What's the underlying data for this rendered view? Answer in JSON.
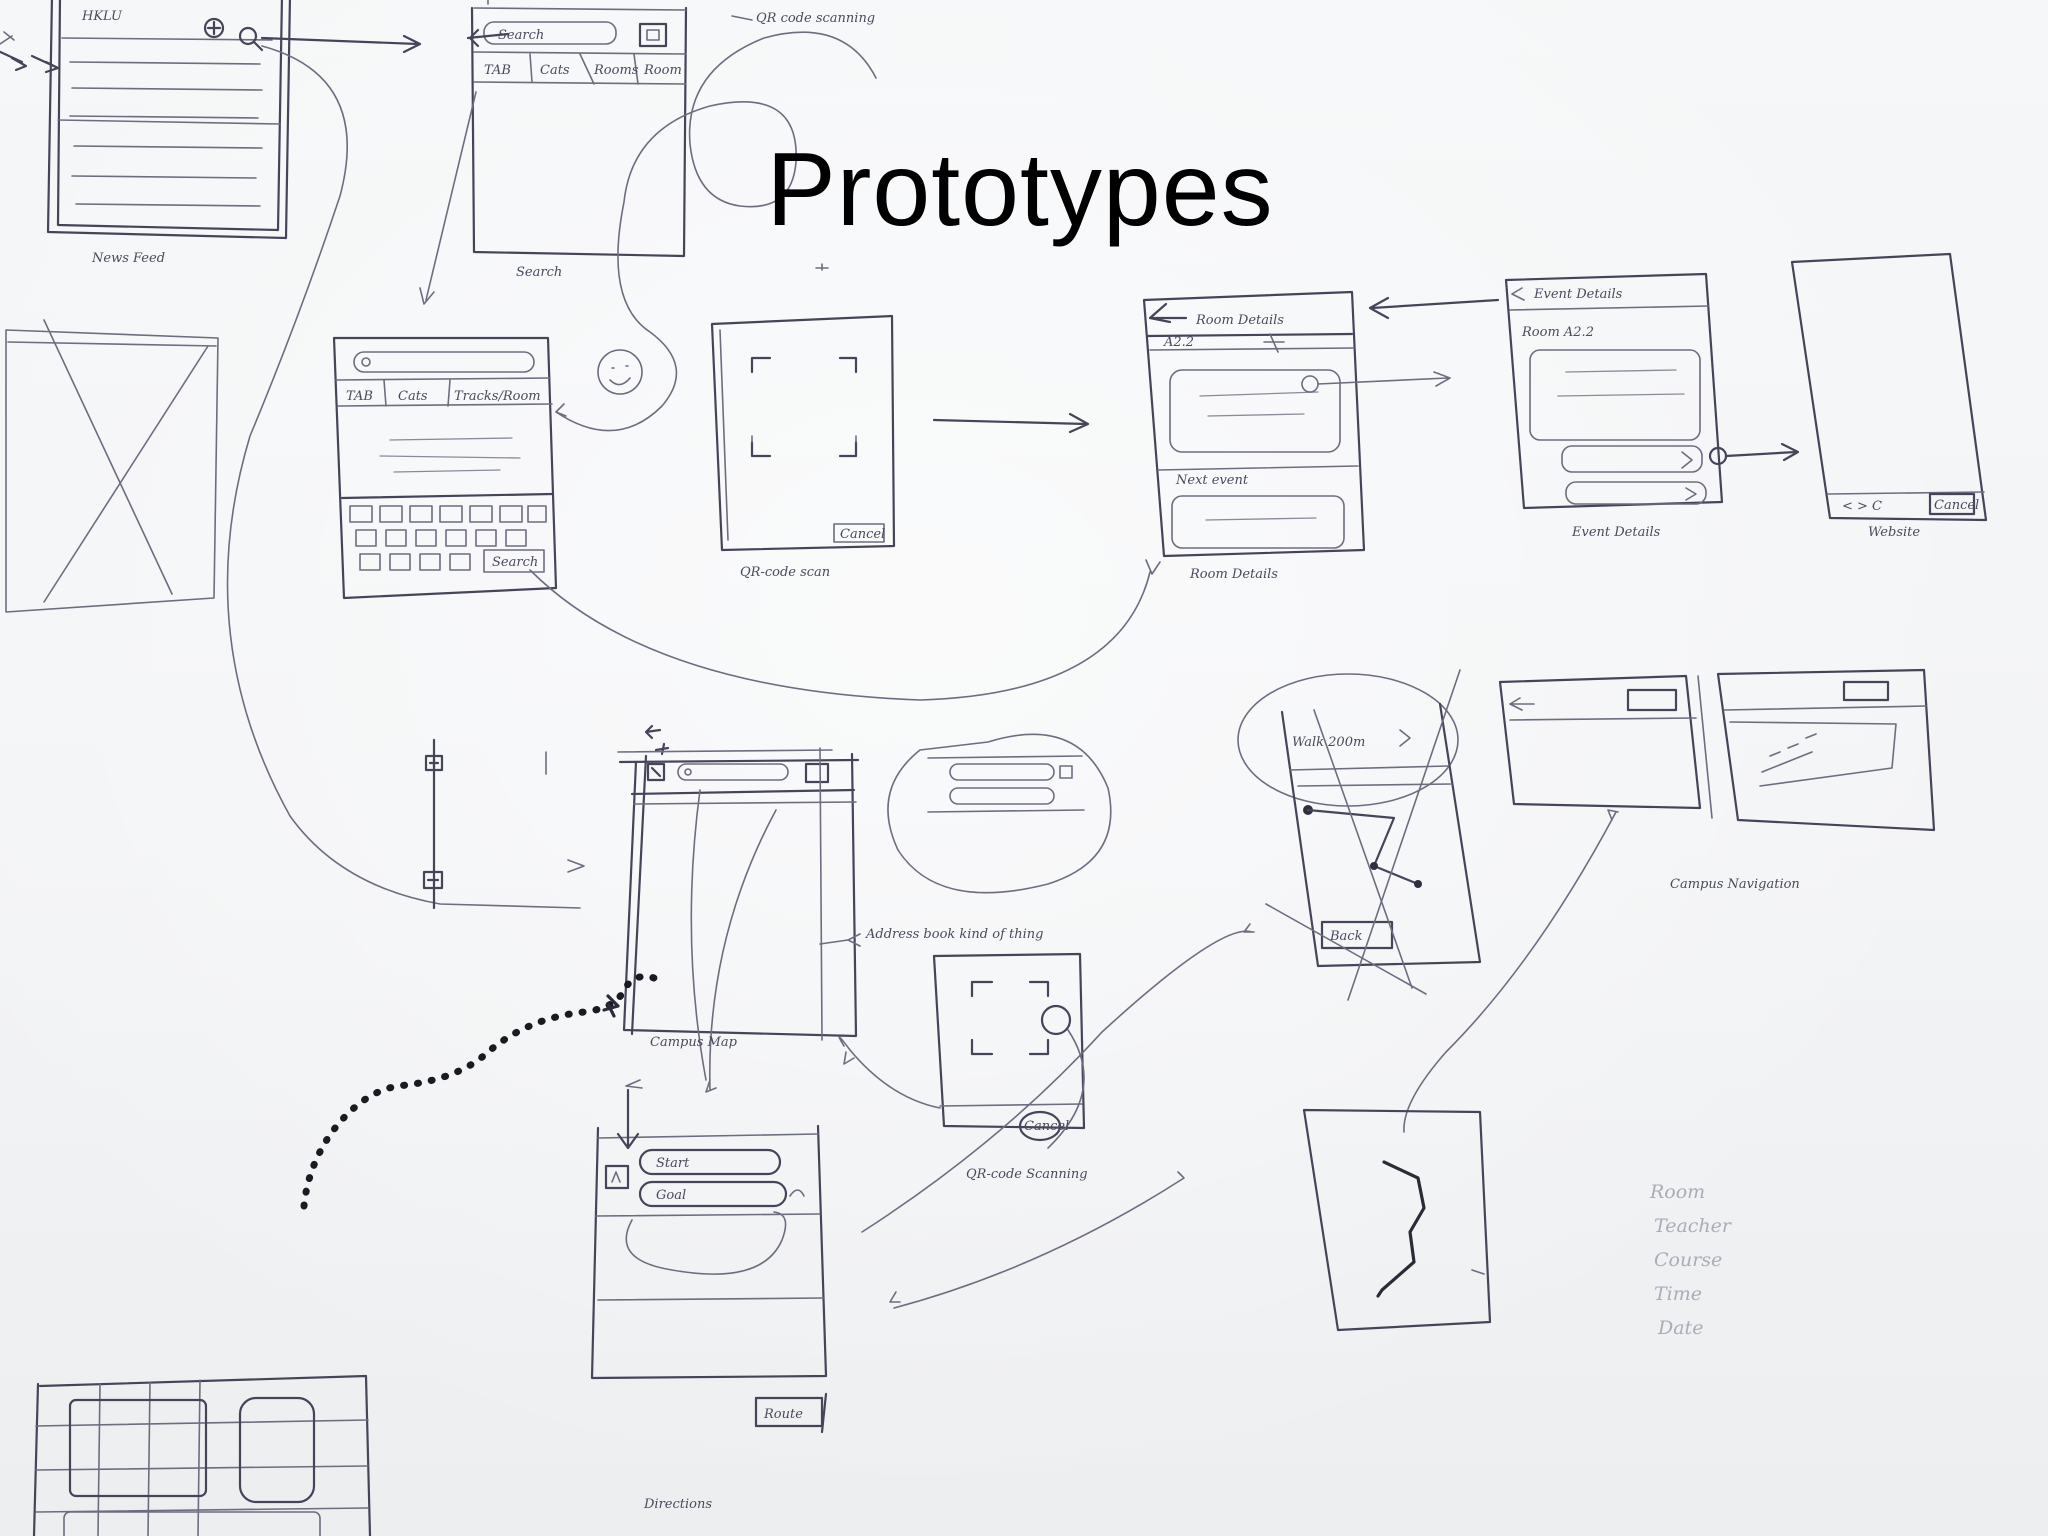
{
  "slide": {
    "title": "Prototypes"
  },
  "sketch": {
    "screens": {
      "news_feed": {
        "label": "News Feed",
        "header": "HKLU"
      },
      "search": {
        "label": "Search",
        "field": "Search",
        "tabs": [
          "TAB",
          "Cats",
          "Rooms",
          "Room"
        ]
      },
      "keyboard": {
        "tabs": [
          "TAB",
          "Cats",
          "Tracks/Room"
        ],
        "key": "Search"
      },
      "qr_scan": {
        "label": "QR-code scan",
        "button": "Cancel"
      },
      "room_details": {
        "label": "Room Details",
        "header": "Room Details",
        "row": "A2.2"
      },
      "event_details": {
        "label": "Event Details",
        "header": "Event Details",
        "row": "Room A2.2"
      },
      "website": {
        "label": "Website",
        "button": "Cancel"
      },
      "campus_map": {
        "label": "Campus Map",
        "note": "Address book kind of thing"
      },
      "qr_scanning": {
        "label": "QR-code Scanning",
        "button": "Cancel"
      },
      "walk": {
        "header": "Walk 200m",
        "button": "Back"
      },
      "campus_navigation": {
        "label": "Campus Navigation"
      },
      "directions": {
        "label": "Directions",
        "fields": [
          "Start",
          "Goal"
        ],
        "button": "Route"
      },
      "notes": [
        "Room",
        "Teacher",
        "Course",
        "Time",
        "Date"
      ],
      "qr_note": "QR code scanning"
    }
  }
}
